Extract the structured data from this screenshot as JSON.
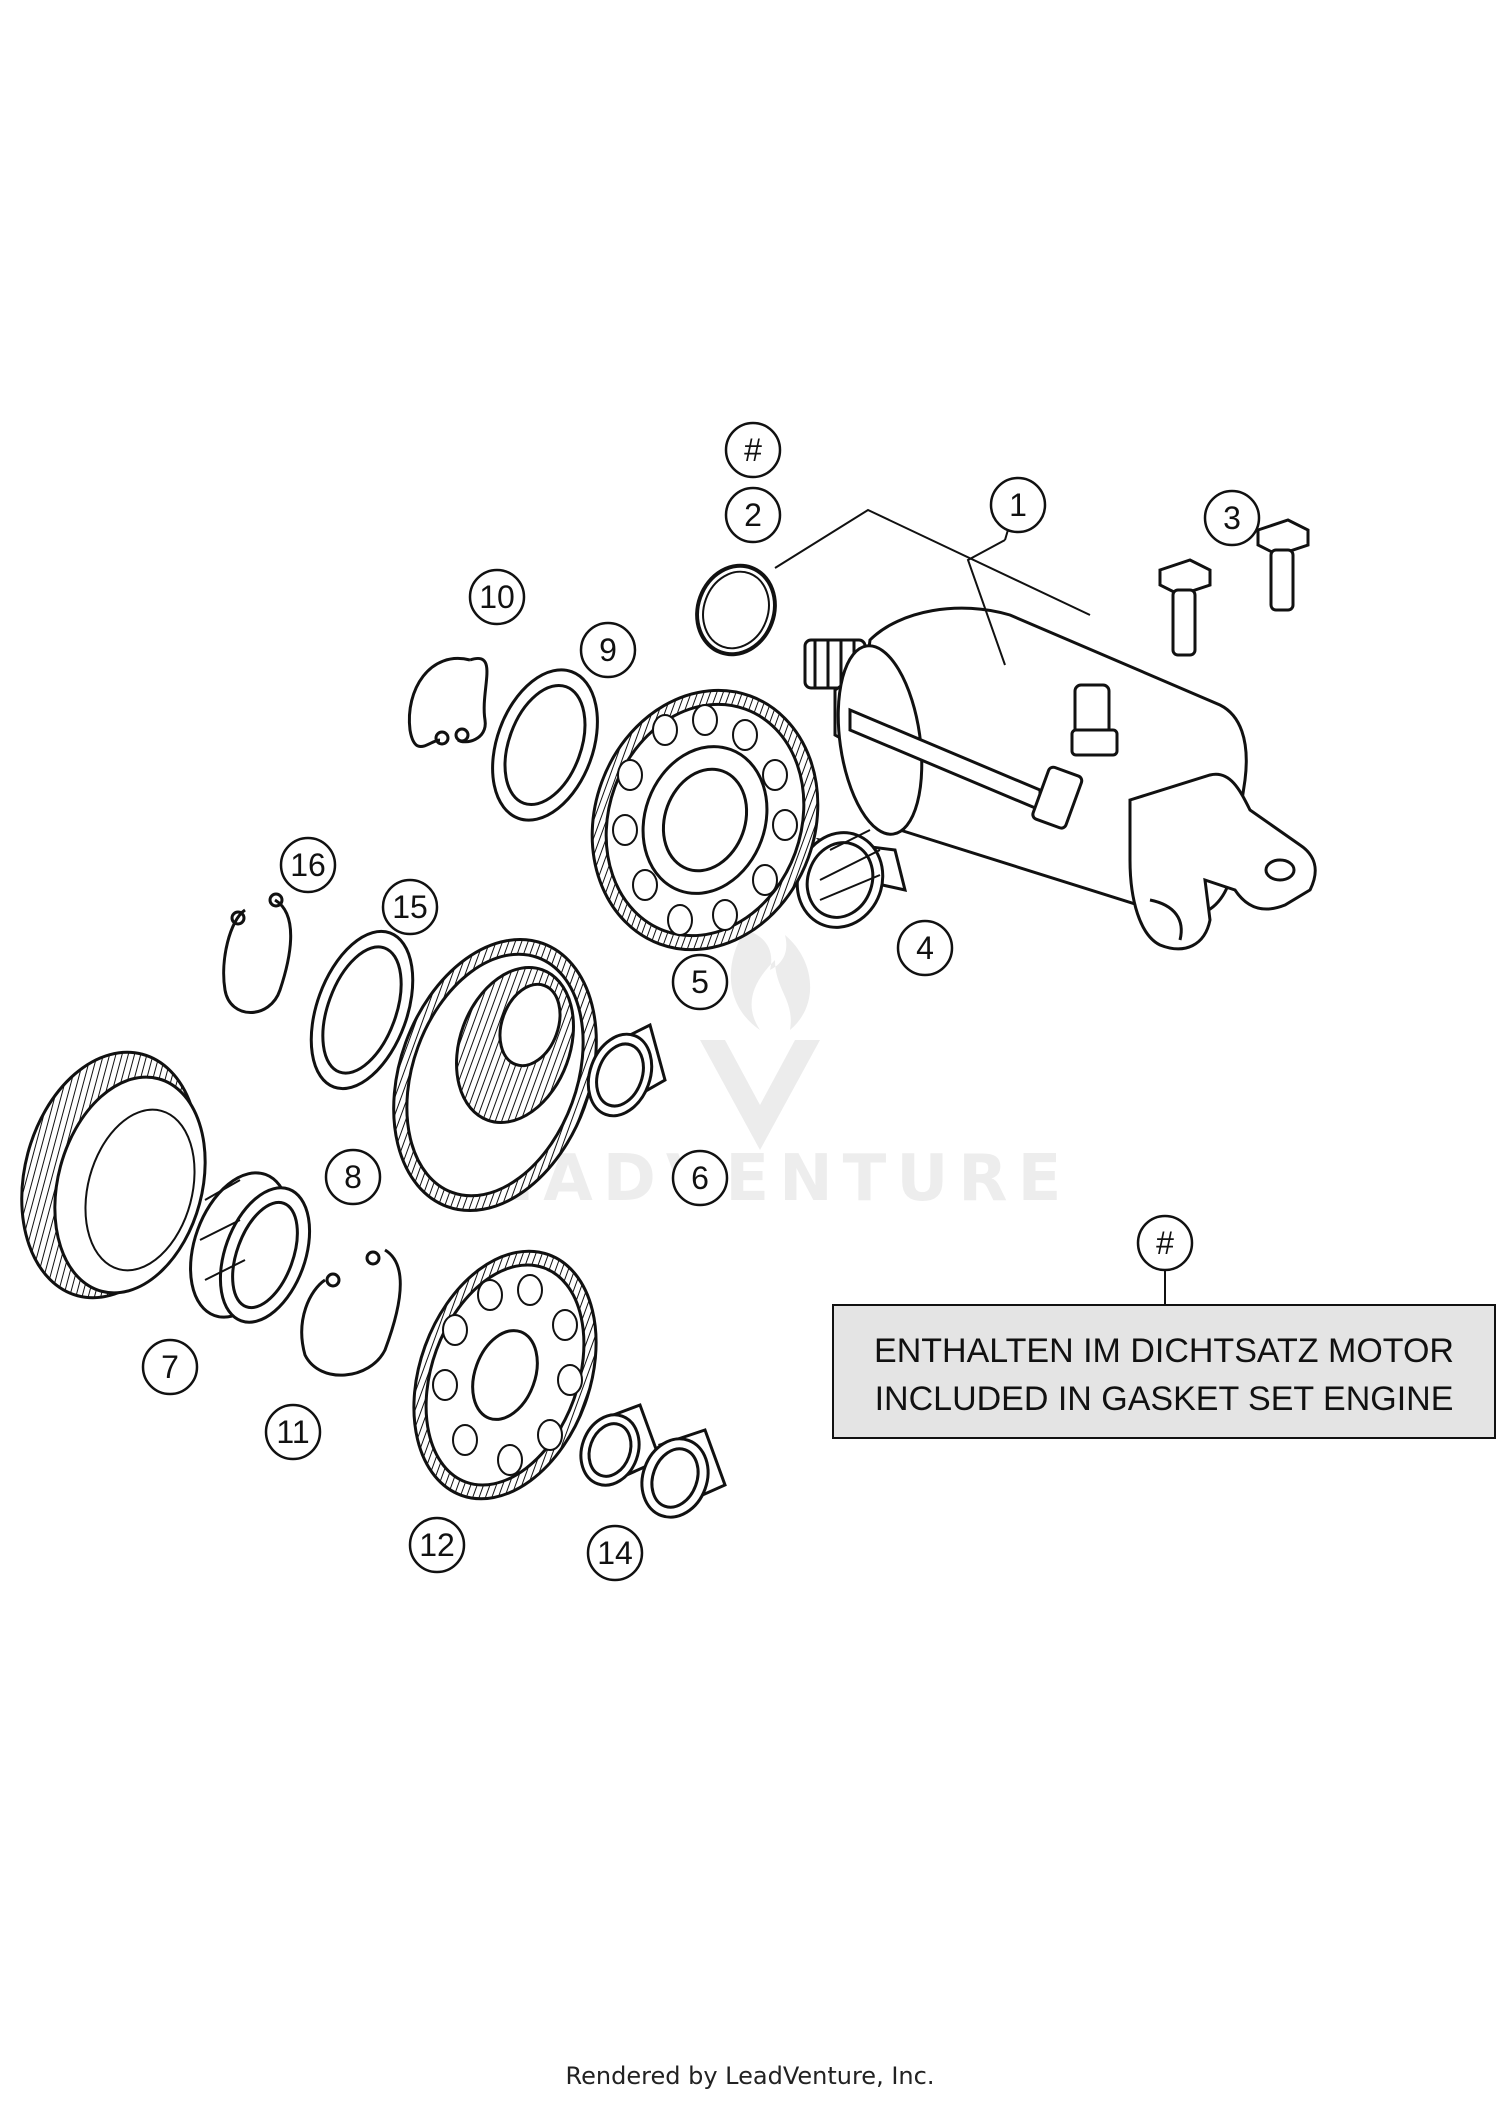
{
  "callouts": {
    "c1": "1",
    "c2": "2",
    "c3": "3",
    "c4": "4",
    "c5": "5",
    "c6": "6",
    "c7": "7",
    "c8": "8",
    "c9": "9",
    "c10": "10",
    "c11": "11",
    "c12": "12",
    "c14": "14",
    "c15": "15",
    "c16": "16",
    "hash_top": "#",
    "hash_legend": "#"
  },
  "legend": {
    "line1": "ENTHALTEN IM DICHTSATZ MOTOR",
    "line2": "INCLUDED IN GASKET SET ENGINE"
  },
  "watermark": {
    "text": "LEADVENTURE"
  },
  "footer": {
    "text": "Rendered by LeadVenture, Inc."
  },
  "colors": {
    "line": "#111111",
    "legend_fill": "#e4e4e4",
    "watermark": "#ededed"
  }
}
